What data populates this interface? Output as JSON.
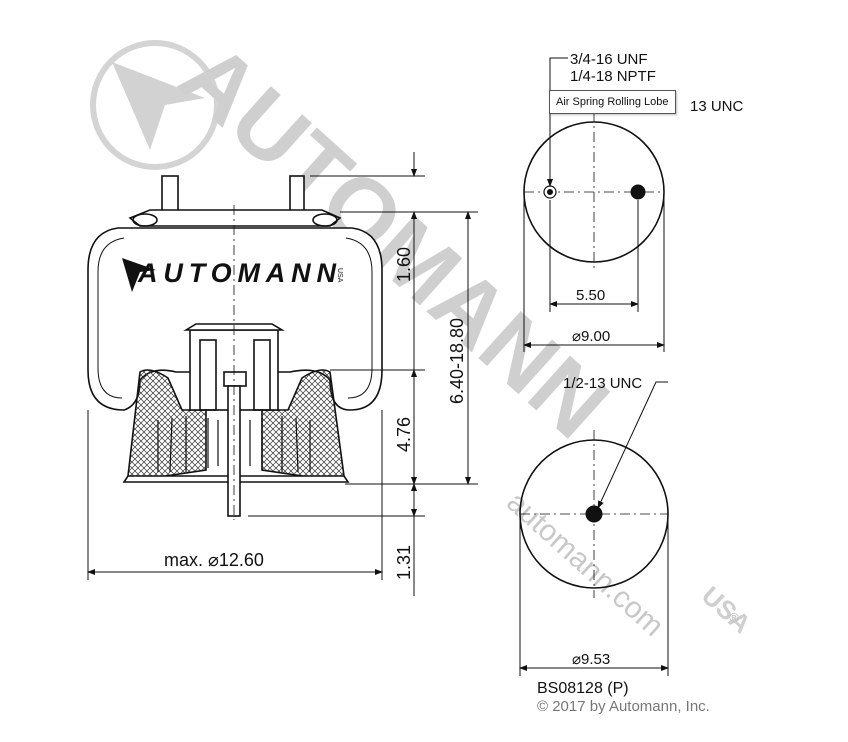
{
  "drawing": {
    "left_view": {
      "brand_logo": "AUTOMANN",
      "brand_mark": "USA",
      "dim_height_top": "1.60",
      "dim_height_range": "6.40-18.80",
      "dim_height_piston": "4.76",
      "dim_height_stud": "1.31",
      "dim_max_diameter": "max. ⌀12.60"
    },
    "top_view": {
      "thread_label_1": "3/4-16 UNF",
      "thread_label_2": "1/4-18 NPTF",
      "thread_label_3": "13 UNC",
      "dim_stud_spacing": "5.50",
      "dim_diameter": "⌀9.00"
    },
    "bottom_view": {
      "thread_label": "1/2-13 UNC",
      "dim_diameter": "⌀9.53"
    },
    "tooltip": "Air Spring Rolling Lobe",
    "part_number": "BS08128 (P)",
    "copyright": "© 2017 by Automann, Inc."
  },
  "watermark": {
    "text": "AUTOMANN",
    "mark": "USA",
    "url": "automann.com",
    "color": "#c8c8c8"
  },
  "colors": {
    "line": "#111111",
    "watermark": "#c8c8c8"
  }
}
